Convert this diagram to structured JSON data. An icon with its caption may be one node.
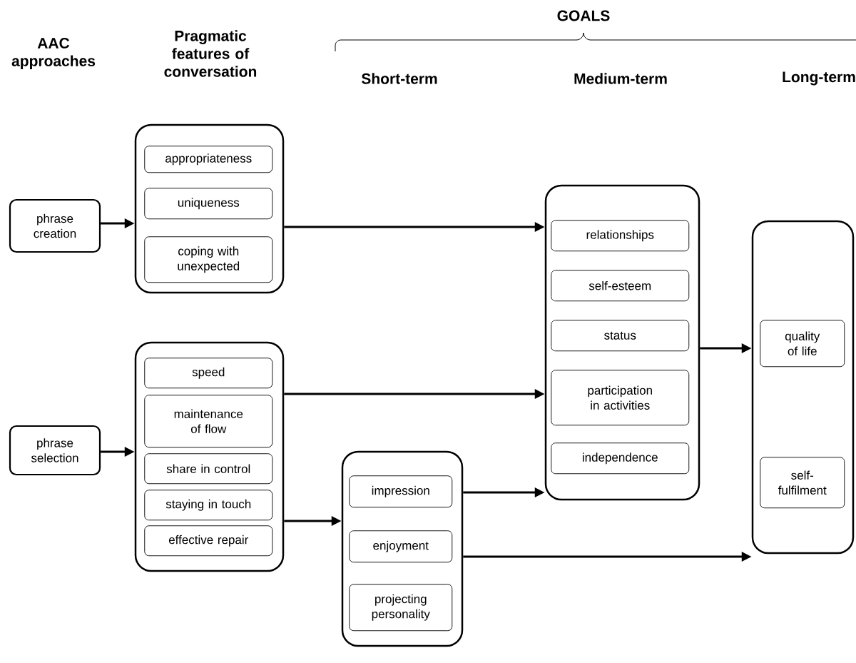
{
  "diagram": {
    "nodes": [
      {
        "text": [
          "phrase creation"
        ]
      },
      {
        "text": [
          "phrase selection"
        ]
      },
      {
        "text": [],
        "shape": "box"
      },
      {
        "text": [
          "appropriateness"
        ],
        "in": 2
      },
      {
        "text": [
          "uniqueness"
        ],
        "in": 2
      },
      {
        "text": [
          "coping with unexpected"
        ],
        "in": 2
      },
      {
        "text": [],
        "shape": "box"
      },
      {
        "text": [
          "speed"
        ],
        "in": 6
      },
      {
        "text": [
          "maintenance of flow"
        ],
        "in": 6
      },
      {
        "text": [
          "share in control"
        ],
        "in": 6
      },
      {
        "text": [
          "staying in touch"
        ],
        "in": 6
      },
      {
        "text": [
          "effective repair"
        ],
        "in": 6
      },
      {
        "text": [],
        "shape": "box"
      },
      {
        "text": [
          "impression"
        ],
        "in": 12
      },
      {
        "text": [
          "enjoyment"
        ],
        "in": 12
      },
      {
        "text": [
          "projecting personality"
        ],
        "in": 12
      },
      {
        "text": [],
        "shape": "box"
      },
      {
        "text": [
          "relationships"
        ],
        "in": 16
      },
      {
        "text": [
          "self-esteem"
        ],
        "in": 16
      },
      {
        "text": [
          "status"
        ],
        "in": 16
      },
      {
        "text": [
          "participation in activities"
        ],
        "in": 16
      },
      {
        "text": [
          "independence"
        ],
        "in": 16
      },
      {
        "text": [],
        "shape": "box"
      },
      {
        "text": [
          "quality of life"
        ],
        "in": 22
      },
      {
        "text": [
          "self-fulfilment"
        ],
        "in": 22
      }
    ],
    "edges": [
      {
        "from": 0,
        "to": 2,
        "arrow": "to"
      },
      {
        "from": 1,
        "to": 6,
        "arrow": "to"
      },
      {
        "from": 2,
        "to": 16,
        "arrow": "to"
      },
      {
        "from": 6,
        "to": 16,
        "arrow": "to"
      },
      {
        "from": 6,
        "to": 12,
        "arrow": "to"
      },
      {
        "from": 12,
        "to": 16,
        "arrow": "to"
      },
      {
        "from": 12,
        "to": 22,
        "arrow": "to"
      },
      {
        "from": 16,
        "to": 22,
        "arrow": "to"
      }
    ],
    "labels": [
      "GOALS",
      "AAC approaches",
      "Pragmatic features of conversation",
      "Short-term",
      "Medium-term",
      "Long-term"
    ]
  }
}
